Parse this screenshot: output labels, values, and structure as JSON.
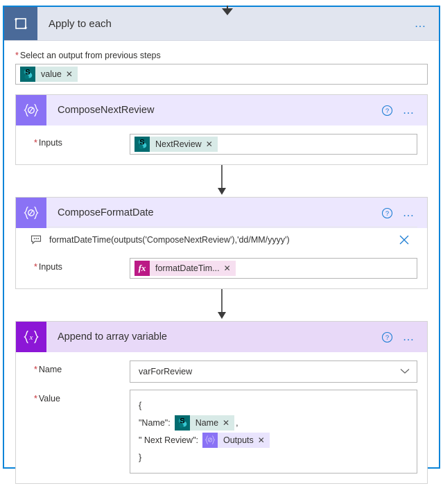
{
  "scope": {
    "title": "Apply to each",
    "icon": "loop-icon",
    "menu": "…",
    "field_label": "Select an output from previous steps",
    "required": "*",
    "token": {
      "text": "value",
      "icon": "sharepoint-icon",
      "remove": "✕"
    }
  },
  "actions": [
    {
      "id": "compose-next-review",
      "title": "ComposeNextReview",
      "icon": "compose-icon",
      "icon_glyph": "{∅}",
      "help": "?",
      "menu": "…",
      "inputs_label": "Inputs",
      "required": "*",
      "token": {
        "text": "NextReview",
        "icon": "sharepoint-icon",
        "remove": "✕"
      }
    },
    {
      "id": "compose-format-date",
      "title": "ComposeFormatDate",
      "icon": "compose-icon",
      "icon_glyph": "{∅}",
      "help": "?",
      "menu": "…",
      "expression": "formatDateTime(outputs('ComposeNextReview'),'dd/MM/yyyy')",
      "expression_icon": "tooltip-icon",
      "expression_close": "✕",
      "inputs_label": "Inputs",
      "required": "*",
      "token": {
        "text": "formatDateTim...",
        "icon": "function-icon",
        "glyph": "fx",
        "remove": "✕"
      }
    },
    {
      "id": "append-to-array-variable",
      "title": "Append to array variable",
      "icon": "variable-icon",
      "icon_glyph": "{x}",
      "help": "?",
      "menu": "…",
      "name_label": "Name",
      "name_value": "varForReview",
      "name_chevron": "chevron-down-icon",
      "value_label": "Value",
      "required": "*",
      "value_lines": [
        {
          "text": "{"
        },
        {
          "key": "\"Name\":",
          "token": {
            "text": "Name",
            "icon": "sharepoint-icon",
            "remove": "✕"
          },
          "suffix": ","
        },
        {
          "key": "\" Next Review\":",
          "token": {
            "text": "Outputs",
            "icon": "compose-icon",
            "remove": "✕"
          }
        },
        {
          "text": "}"
        }
      ]
    }
  ],
  "colors": {
    "scope_border": "#0a84d8",
    "scope_header_bg": "#e1e5ef",
    "scope_icon_bg": "#4a6a99",
    "compose_header_bg": "#ece7fe",
    "compose_icon_bg": "#8a72f5",
    "variable_header_bg": "#e8d9f8",
    "variable_icon_bg": "#8c17d6",
    "sharepoint_token_bg": "#d8eae7",
    "sharepoint_icon_bg": "#036c70",
    "function_icon_bg": "#bb1a86",
    "function_token_bg": "#f6dff0",
    "compose_token_bg": "#e9e4fd",
    "accent_blue": "#1f7fd4",
    "required_red": "#c6343a"
  }
}
